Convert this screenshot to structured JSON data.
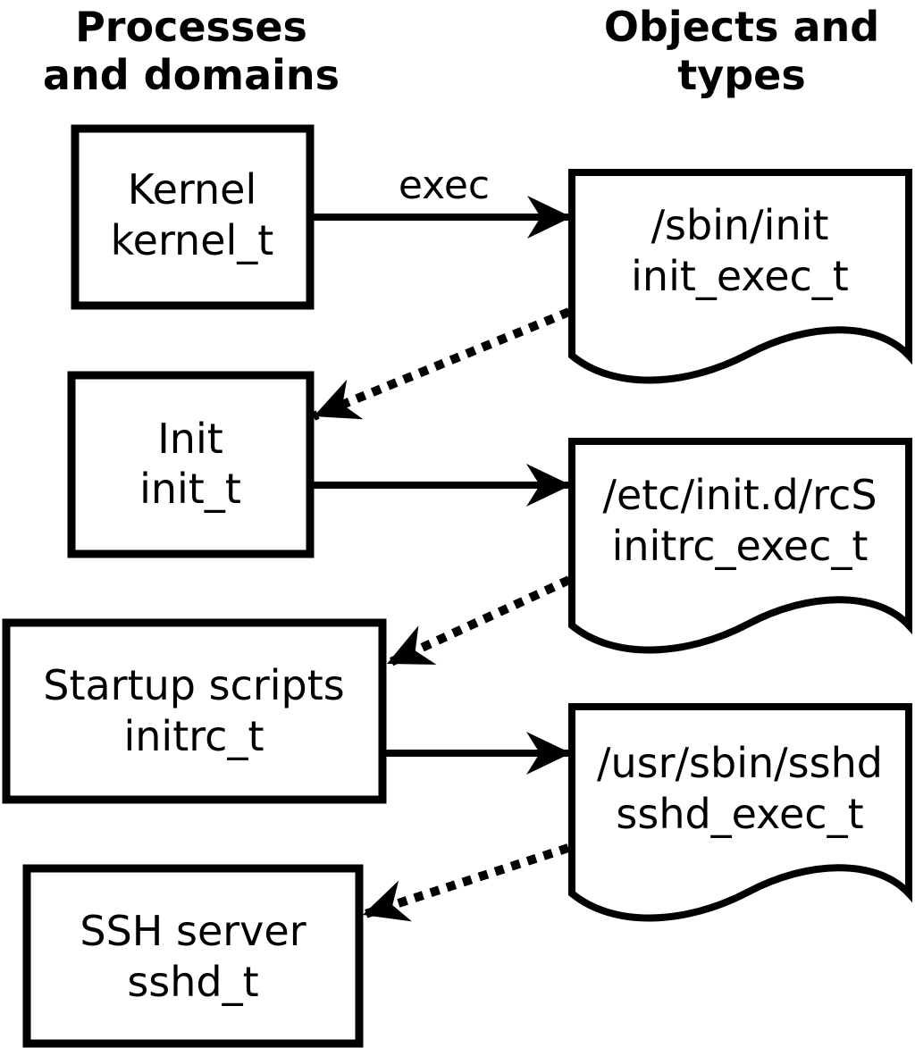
{
  "headers": {
    "left": {
      "line1": "Processes",
      "line2": "and domains"
    },
    "right": {
      "line1": "Objects and",
      "line2": "types"
    }
  },
  "processes": [
    {
      "label": "Kernel",
      "domain": "kernel_t"
    },
    {
      "label": "Init",
      "domain": "init_t"
    },
    {
      "label": "Startup scripts",
      "domain": "initrc_t"
    },
    {
      "label": "SSH server",
      "domain": "sshd_t"
    }
  ],
  "objects": [
    {
      "path": "/sbin/init",
      "type": "init_exec_t"
    },
    {
      "path": "/etc/init.d/rcS",
      "type": "initrc_exec_t"
    },
    {
      "path": "/usr/sbin/sshd",
      "type": "sshd_exec_t"
    }
  ],
  "edges": {
    "exec_label": "exec"
  },
  "colors": {
    "foreground": "#000000",
    "background": "#ffffff"
  }
}
